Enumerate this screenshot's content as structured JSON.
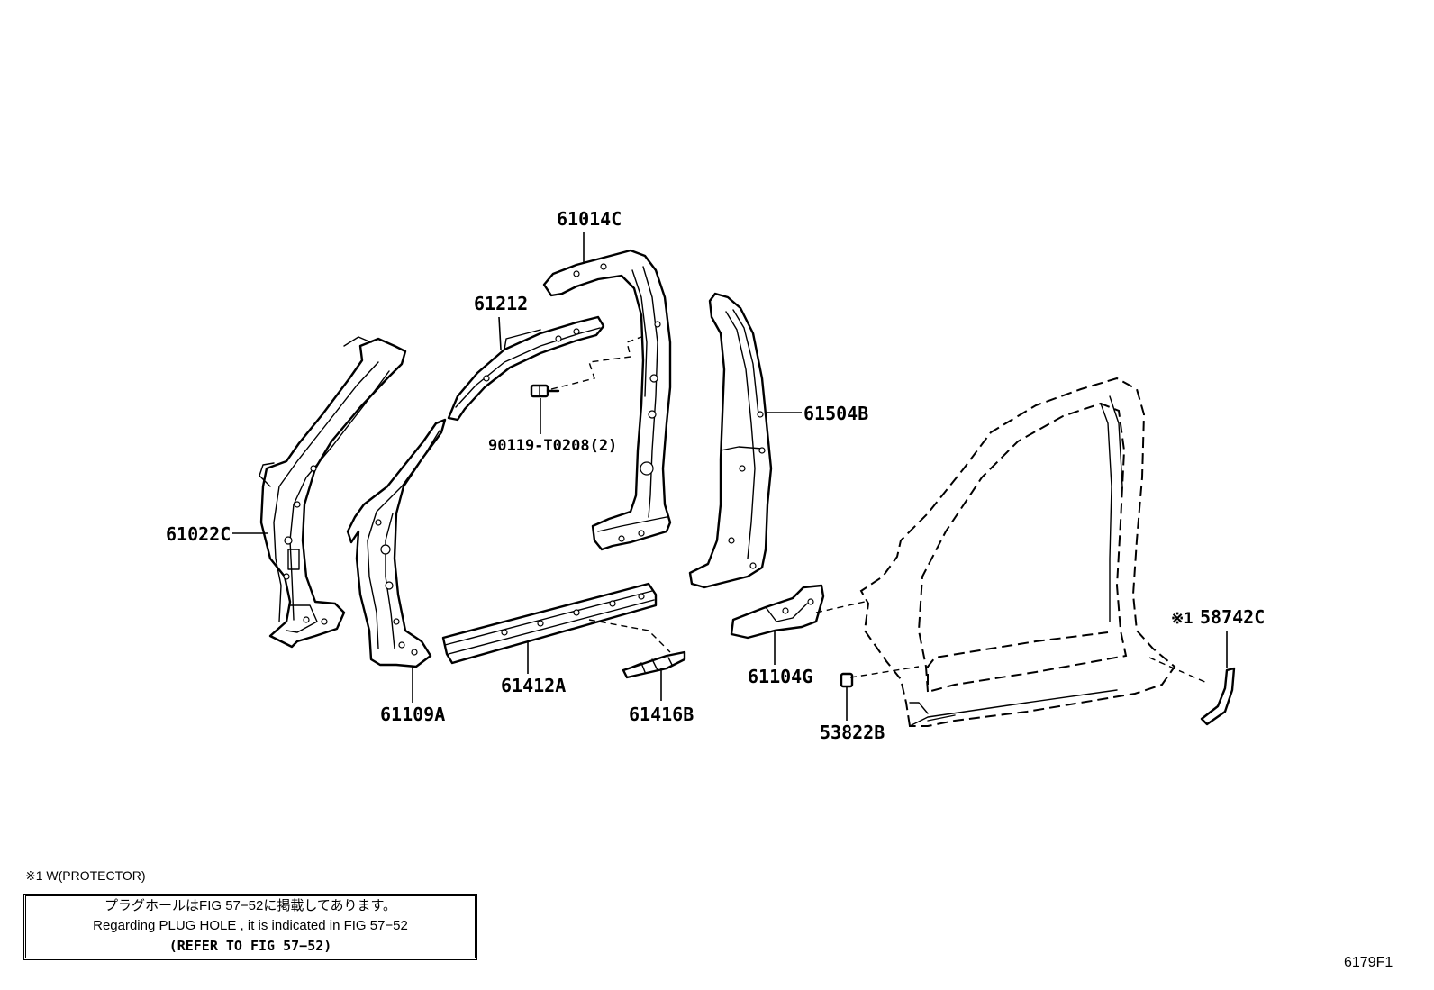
{
  "parts": [
    {
      "id": "61014C"
    },
    {
      "id": "61212"
    },
    {
      "id": "90119-T0208(2)"
    },
    {
      "id": "61504B"
    },
    {
      "id": "61022C"
    },
    {
      "id": "61109A"
    },
    {
      "id": "61412A"
    },
    {
      "id": "61416B"
    },
    {
      "id": "61104G"
    },
    {
      "id": "53822B"
    },
    {
      "id": "58742C",
      "marker": "※1"
    }
  ],
  "note": {
    "footnote": "※1 W(PROTECTOR)",
    "lines": [
      "プラグホールはFIG 57−52に掲載してあります。",
      "Regarding  PLUG  HOLE , it is indicated in  FIG  57−52",
      "(REFER  TO  FIG  57−52)"
    ]
  },
  "figure_id": "6179F1"
}
